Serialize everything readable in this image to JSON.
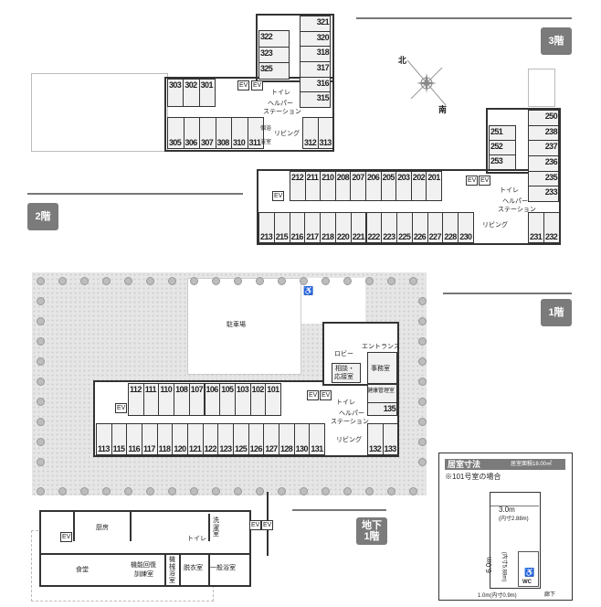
{
  "floors": {
    "f3": {
      "badge": "3階",
      "rooms": {
        "top_left": [
          "303",
          "302",
          "301"
        ],
        "bottom": [
          "305",
          "306",
          "307",
          "308",
          "310",
          "311"
        ],
        "bottom_right": [
          "312",
          "313"
        ],
        "wing_left": [
          "322",
          "323",
          "325"
        ],
        "wing_right": [
          "321",
          "320",
          "318",
          "317",
          "316",
          "315"
        ]
      },
      "labels": {
        "ev": "EV",
        "toilet": "トイレ",
        "helper1": "ヘルパー",
        "helper2": "ステーション",
        "bath1": "個浴",
        "bath2": "浴室",
        "living": "リビング"
      }
    },
    "f2": {
      "badge": "2階",
      "rooms": {
        "top": [
          "212",
          "211",
          "210",
          "208",
          "207",
          "206",
          "205",
          "203",
          "202",
          "201"
        ],
        "bottom": [
          "213",
          "215",
          "216",
          "217",
          "218",
          "220",
          "221",
          "222",
          "223",
          "225",
          "226",
          "227",
          "228",
          "230"
        ],
        "bottom_right": [
          "231",
          "232"
        ],
        "wing_left": [
          "251",
          "252",
          "253"
        ],
        "wing_right": [
          "250",
          "238",
          "237",
          "236",
          "235",
          "233"
        ]
      },
      "labels": {
        "ev": "EV",
        "toilet": "トイレ",
        "helper1": "ヘルパー",
        "helper2": "ステーション",
        "living": "リビング"
      }
    },
    "f1": {
      "badge": "1階",
      "rooms": {
        "top": [
          "112",
          "111",
          "110",
          "108",
          "107",
          "106",
          "105",
          "103",
          "102",
          "101"
        ],
        "bottom": [
          "113",
          "115",
          "116",
          "117",
          "118",
          "120",
          "121",
          "122",
          "123",
          "125",
          "126",
          "127",
          "128",
          "130",
          "131"
        ],
        "bottom_right": [
          "132",
          "133"
        ],
        "single": [
          "135"
        ]
      },
      "labels": {
        "parking": "駐車場",
        "entrance": "エントランス",
        "lobby": "ロビー",
        "consult1": "相談・",
        "consult2": "応接室",
        "office": "事務室",
        "health": "健康管理室",
        "ev": "EV",
        "toilet": "トイレ",
        "helper1": "ヘルパー",
        "helper2": "ステーション",
        "living": "リビング"
      }
    },
    "b1": {
      "badge": "地下\n1階",
      "labels": {
        "kitchen": "厨房",
        "dining": "食堂",
        "rehab1": "機能回復",
        "rehab2": "訓練室",
        "machine_bath": "機械浴室",
        "dressing": "脱衣室",
        "general_bath": "一般浴室",
        "laundry": "洗濯室",
        "toilet": "トイレ",
        "ev": "EV"
      }
    }
  },
  "compass": {
    "north": "北",
    "south": "南"
  },
  "room_size": {
    "title": "居室寸法",
    "area": "居室面積18.00㎡",
    "note": "※101号室の場合",
    "width": "3.0m",
    "width_inner": "(内寸2.88m)",
    "depth": "6.0m",
    "depth_inner": "(内寸5.88m)",
    "door": "1.0m(内寸0.9m)",
    "corridor": "廊下",
    "wc": "WC"
  }
}
